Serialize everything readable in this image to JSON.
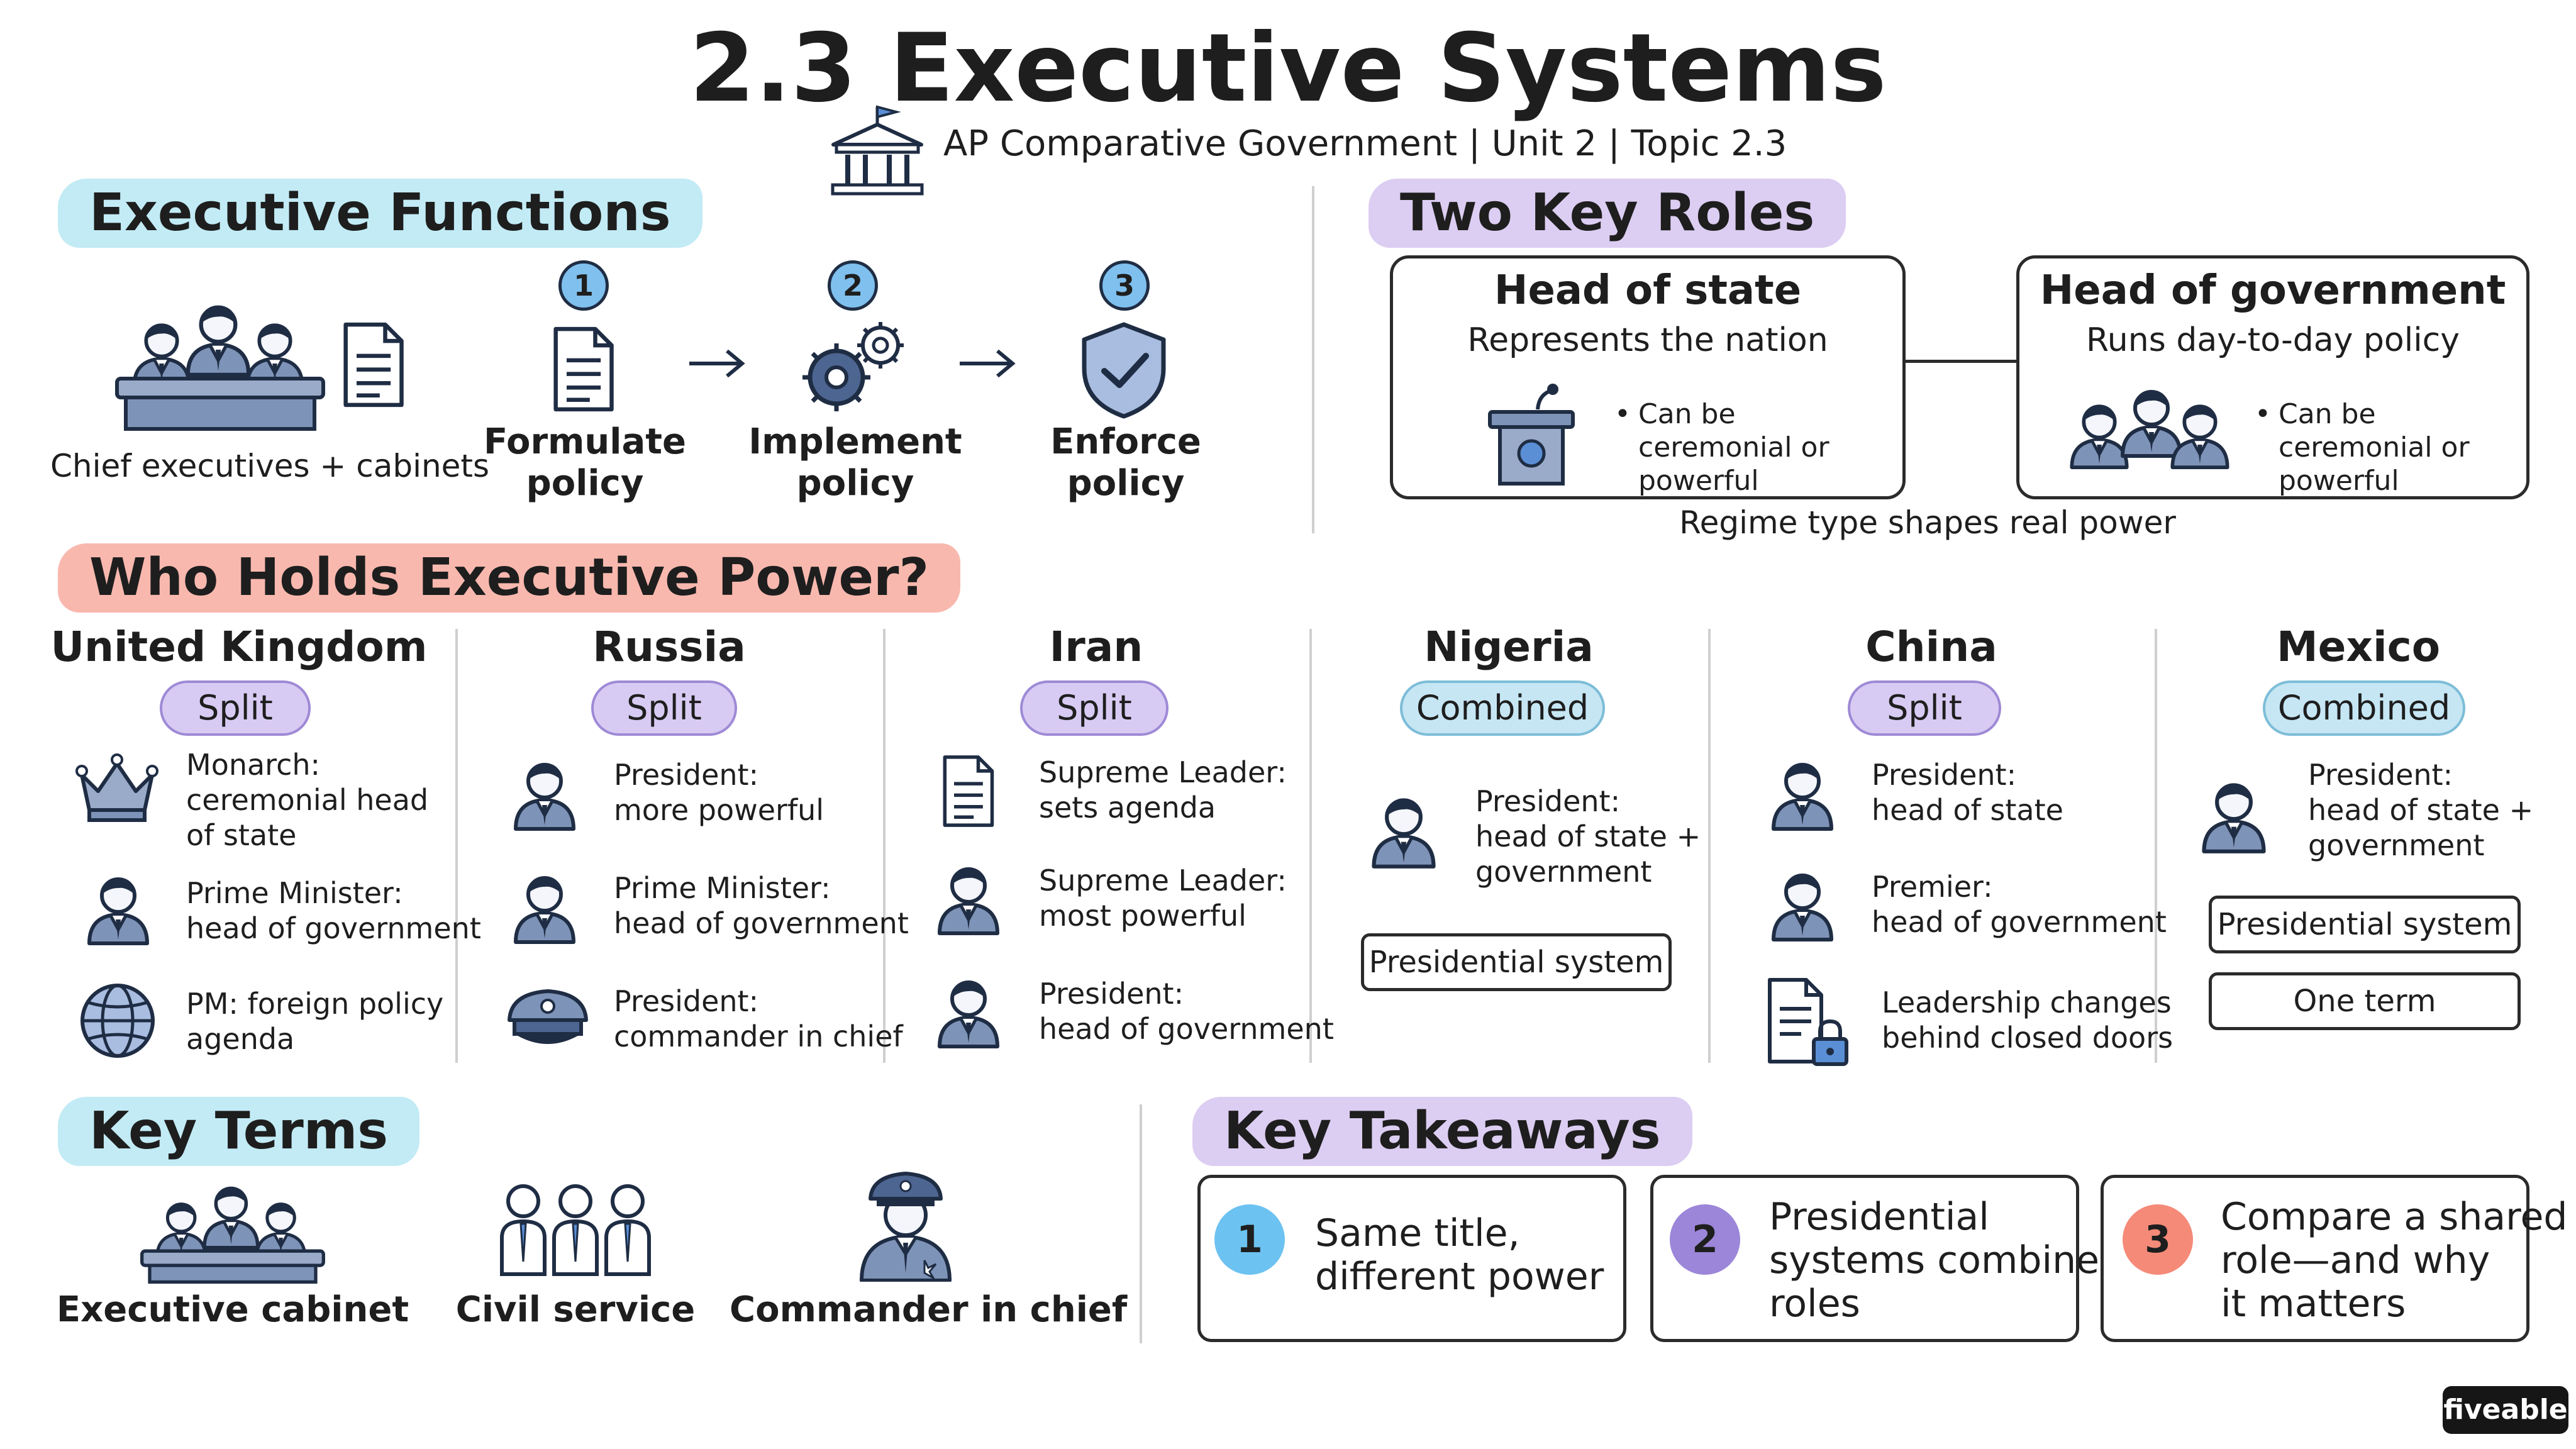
{
  "title": "2.3 Executive Systems",
  "subtitle": "AP Comparative Government | Unit 2 | Topic 2.3",
  "colors": {
    "blue_highlight": "#c2ebf5",
    "purple_highlight": "#dccdf2",
    "red_highlight": "#f9b8ae",
    "split_pill": "#d8cbf3",
    "combined_pill": "#c6e6f4",
    "icon_fill": "#7e93b8",
    "icon_stroke": "#1f2d44",
    "takeaway_1": "#6cc2f0",
    "takeaway_2": "#9c86d9",
    "takeaway_3": "#f58a78"
  },
  "executive_functions": {
    "heading": "Executive Functions",
    "cabinet_label": "Chief executives + cabinets",
    "steps": [
      {
        "number": "1",
        "label": "Formulate policy",
        "icon": "document-icon"
      },
      {
        "number": "2",
        "label": "Implement policy",
        "icon": "gears-icon"
      },
      {
        "number": "3",
        "label": "Enforce policy",
        "icon": "shield-check-icon"
      }
    ]
  },
  "two_key_roles": {
    "heading": "Two Key Roles",
    "head_of_state": {
      "title": "Head of state",
      "subtitle": "Represents the nation",
      "bullet": "Can be ceremonial or powerful"
    },
    "head_of_government": {
      "title": "Head of government",
      "subtitle": "Runs day-to-day policy",
      "bullet": "Can be ceremonial or powerful"
    },
    "caption": "Regime type shapes real power"
  },
  "who_holds": {
    "heading": "Who Holds Executive Power?",
    "countries": [
      {
        "name": "United Kingdom",
        "type": "Split",
        "entries": [
          {
            "icon": "crown-icon",
            "text": "Monarch:\nceremonial head\nof state"
          },
          {
            "icon": "person-icon",
            "text": "Prime Minister:\nhead of government"
          },
          {
            "icon": "globe-icon",
            "text": "PM: foreign policy\nagenda"
          }
        ]
      },
      {
        "name": "Russia",
        "type": "Split",
        "entries": [
          {
            "icon": "person-icon",
            "text": "President:\nmore powerful"
          },
          {
            "icon": "person-icon",
            "text": "Prime Minister:\nhead of government"
          },
          {
            "icon": "military-cap-icon",
            "text": "President:\ncommander in chief"
          }
        ]
      },
      {
        "name": "Iran",
        "type": "Split",
        "entries": [
          {
            "icon": "document-icon",
            "text": "Supreme Leader:\nsets agenda"
          },
          {
            "icon": "person-icon",
            "text": "Supreme Leader:\nmost powerful"
          },
          {
            "icon": "person-icon",
            "text": "President:\nhead of government"
          }
        ]
      },
      {
        "name": "Nigeria",
        "type": "Combined",
        "entries": [
          {
            "icon": "person-icon",
            "text": "President:\nhead of state +\ngovernment"
          }
        ],
        "boxes": [
          "Presidential system"
        ]
      },
      {
        "name": "China",
        "type": "Split",
        "entries": [
          {
            "icon": "person-icon",
            "text": "President:\nhead of state"
          },
          {
            "icon": "person-icon",
            "text": "Premier:\nhead of government"
          },
          {
            "icon": "locked-document-icon",
            "text": "Leadership changes\nbehind closed doors"
          }
        ]
      },
      {
        "name": "Mexico",
        "type": "Combined",
        "entries": [
          {
            "icon": "person-icon",
            "text": "President:\nhead of state +\ngovernment"
          }
        ],
        "boxes": [
          "Presidential system",
          "One term"
        ]
      }
    ]
  },
  "key_terms": {
    "heading": "Key Terms",
    "terms": [
      {
        "label": "Executive cabinet",
        "icon": "cabinet-icon"
      },
      {
        "label": "Civil service",
        "icon": "workers-icon"
      },
      {
        "label": "Commander in chief",
        "icon": "officer-icon"
      }
    ]
  },
  "key_takeaways": {
    "heading": "Key Takeaways",
    "items": [
      {
        "number": "1",
        "text": "Same title,\ndifferent power"
      },
      {
        "number": "2",
        "text": "Presidential\nsystems combine\nroles"
      },
      {
        "number": "3",
        "text": "Compare a shared\nrole—and why\nit matters"
      }
    ]
  },
  "brand": "fiveable"
}
